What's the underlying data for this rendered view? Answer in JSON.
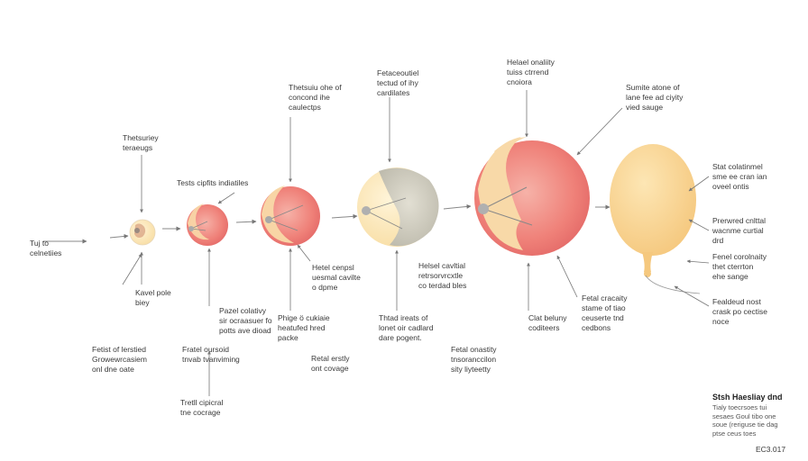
{
  "labels": {
    "l01": "Tuj to\ncelnetiies",
    "l02": "Thetsuriey\nteraeugs",
    "l03": "Kavel pole\nbiey",
    "l04": "Fetist of lerstied\nGrowewrcasiem\nonl dne oate",
    "l05": "Tests cipfits indiatiles",
    "l06": "Pazel colativy\nsir ocraasuer fo\npotts ave dioad",
    "l07": "Fratel oursoid\ntnvab tvanviming",
    "l08": "Tretll cipicral\ntne cocrage",
    "l09": "Thetsuiu ohe of\nconcond ihe\ncaulectps",
    "l10": "Phige ö cukiaie\nheatufed hred\npacke",
    "l11": "Retal erstly\nont covage",
    "l12": "Hetel cenpsl\nuesmal cavilte\no dpme",
    "l13": "Fetaceoutiel\ntectud of ihy\ncardilates",
    "l14": "Thtad ireats of\nlonet oir cadlard\ndare pogent.",
    "l15": "Helsel cavltial\nretrsorvrcxtle\nco terdad bles",
    "l16": "Fetal onastity\ntnsoranccilon\nsity liyteetty",
    "l17": "Helael onaliity\ntuiss ctrrend\ncnoiora",
    "l18": "Clat beluny\ncoditeers",
    "l19": "Fetal cracaity\nstame of tiao\nceuserte tnd\ncedbons",
    "l20": "Sumite atone of\nlane fee ad ciyity\nvied sauge",
    "l21": "Stat colatinmel\nsme ee cran ian\noveel ontis",
    "l22": "Prerwred cnlttal\nwacnme curtial\ndrd",
    "l23": "Fenel corolnaity\nthet cterrton\nehe sange",
    "l24": "Fealdeud nost\ncrask po cectise\nnoce",
    "l25": "Stsh Haesliay dnd",
    "l26": "Tialy toecrsoes tui\nsesaes Goul tibo one\nsoue (reriguse tie dag\nptse ceus toes",
    "l27": "EC3.017"
  }
}
